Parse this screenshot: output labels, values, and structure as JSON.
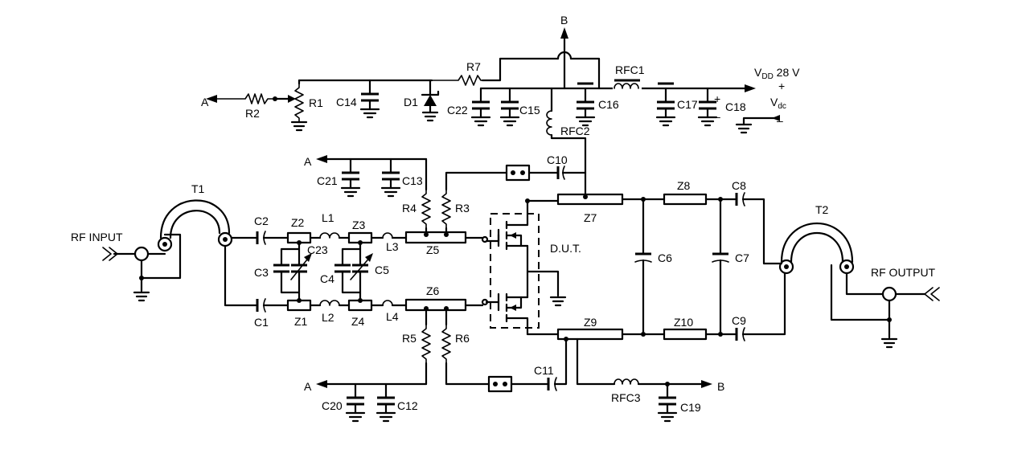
{
  "labels": {
    "B_top": "B",
    "VDD": "V",
    "VDD_sub": "DD",
    "VDD_val": " 28 V",
    "plus_top": "+",
    "Vdc": "V",
    "Vdc_sub": "dc",
    "minus_top": "–",
    "RFC1": "RFC1",
    "R7": "R7",
    "A_top": "A",
    "R2": "R2",
    "R1": "R1",
    "C14": "C14",
    "D1": "D1",
    "C22": "C22",
    "C15": "C15",
    "C16": "C16",
    "C17": "C17",
    "C18": "C18",
    "C18_plus": "+",
    "C18_minus": "–",
    "RFC2": "RFC2",
    "A_mid": "A",
    "C21": "C21",
    "C13": "C13",
    "R4": "R4",
    "R3": "R3",
    "C10": "C10",
    "T1": "T1",
    "T2": "T2",
    "RF_INPUT": "RF INPUT",
    "RF_OUTPUT": "RF OUTPUT",
    "C2": "C2",
    "Z2": "Z2",
    "L1": "L1",
    "Z3": "Z3",
    "L3": "L3",
    "Z5": "Z5",
    "C23": "C23",
    "C3": "C3",
    "C4": "C4",
    "C5": "C5",
    "DUT": "D.U.T.",
    "Z7": "Z7",
    "Z8": "Z8",
    "C8": "C8",
    "C6": "C6",
    "C7": "C7",
    "C1": "C1",
    "Z1": "Z1",
    "L2": "L2",
    "Z4": "Z4",
    "L4": "L4",
    "Z6": "Z6",
    "R5": "R5",
    "R6": "R6",
    "Z9": "Z9",
    "Z10": "Z10",
    "C9": "C9",
    "C11": "C11",
    "A_bot": "A",
    "C20": "C20",
    "C12": "C12",
    "RFC3": "RFC3",
    "B_bot": "B",
    "C19": "C19"
  }
}
